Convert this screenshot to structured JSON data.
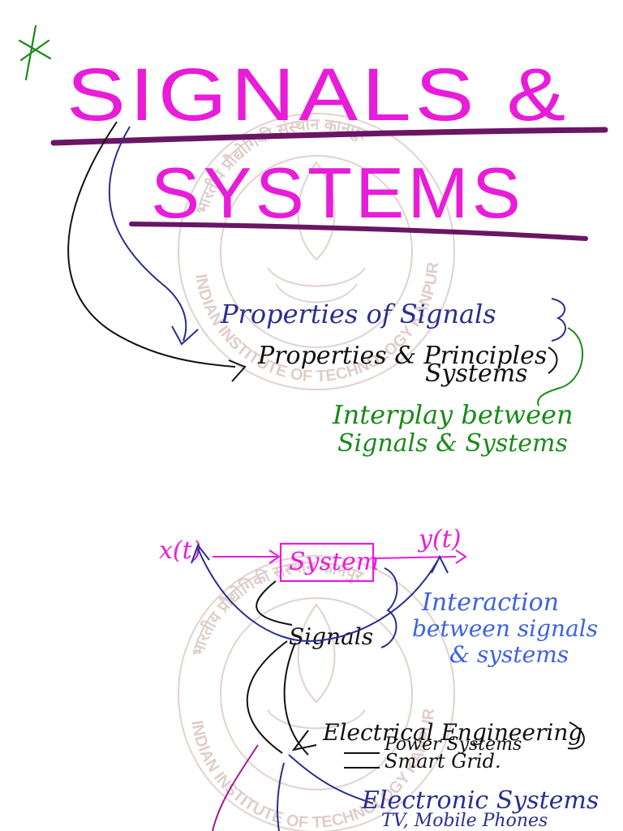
{
  "title": {
    "line1": "SIGNALS &",
    "line2": "SYSTEMS",
    "marker": "*"
  },
  "topics": {
    "signals_properties": "Properties of Signals",
    "systems_properties": "Properties & Principles",
    "systems_word": "Systems",
    "interplay_line1": "Interplay between",
    "interplay_line2": "Signals & Systems"
  },
  "diagram": {
    "input": "x(t)",
    "system": "System",
    "output": "y(t)",
    "signals": "Signals",
    "interaction_line1": "Interaction",
    "interaction_line2": "between signals",
    "interaction_line3": "& systems"
  },
  "applications": {
    "ee_title": "Electrical Engineering",
    "ee_item1": "Power Systems",
    "ee_item2": "Smart Grid.",
    "es_title": "Electronic Systems",
    "es_item1": "TV, Mobile Phones"
  },
  "watermark": {
    "top_arc": "भारतीय प्रौद्योगिकी संस्थान कानपुर",
    "bottom_arc": "INDIAN INSTITUTE OF TECHNOLOGY KANPUR"
  },
  "colors": {
    "magenta": "#e81cd9",
    "purple_rule": "#6a1565",
    "navy": "#2a2f8f",
    "black": "#111111",
    "green": "#1a8a1a",
    "blue": "#3c63e0",
    "watermark": "#d7c3bf"
  }
}
